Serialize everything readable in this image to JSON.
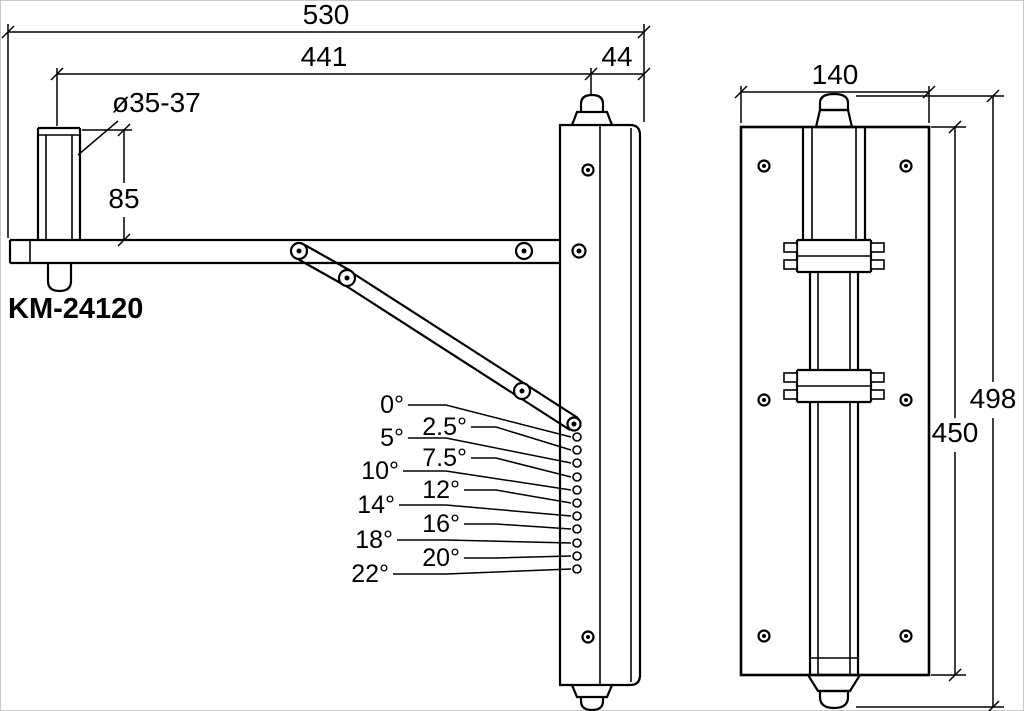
{
  "drawing": {
    "model": "KM-24120",
    "side_view": {
      "dim_overall_depth": "530",
      "dim_arm_length": "441",
      "dim_bracket_depth": "44",
      "dim_pole_diameter": "ø35-37",
      "dim_pole_height": "85",
      "tilt_angles": [
        "0°",
        "2.5°",
        "5°",
        "7.5°",
        "10°",
        "12°",
        "14°",
        "16°",
        "18°",
        "20°",
        "22°"
      ]
    },
    "front_view": {
      "dim_plate_width": "140",
      "dim_overall_height": "498",
      "dim_plate_height": "450"
    },
    "colors": {
      "line": "#000000",
      "background": "#ffffff"
    }
  }
}
